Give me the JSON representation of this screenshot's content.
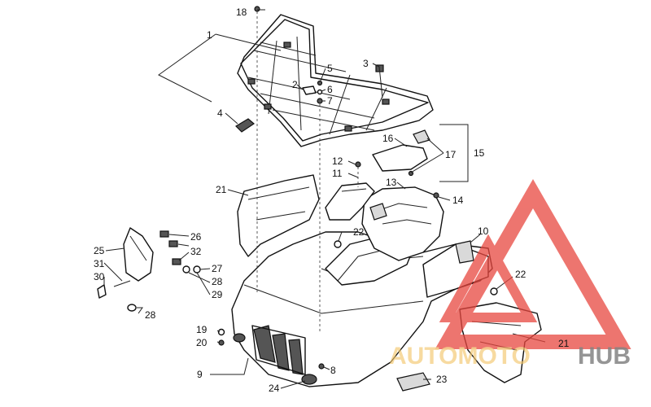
{
  "callouts": {
    "c1": "1",
    "c2": "2",
    "c3": "3",
    "c4": "4",
    "c5": "5",
    "c6": "6",
    "c7": "7",
    "c8": "8",
    "c9": "9",
    "c10": "10",
    "c11": "11",
    "c12": "12",
    "c13": "13",
    "c14": "14",
    "c15": "15",
    "c16": "16",
    "c17": "17",
    "c18": "18",
    "c19": "19",
    "c20": "20",
    "c21a": "21",
    "c21b": "21",
    "c22a": "22",
    "c22b": "22",
    "c23": "23",
    "c24": "24",
    "c25": "25",
    "c26": "26",
    "c27": "27",
    "c28a": "28",
    "c28b": "28",
    "c29": "29",
    "c30": "30",
    "c31": "31",
    "c32": "32"
  },
  "watermark": {
    "word_auto": "AUTOMOTO",
    "word_hub": "HUB"
  },
  "colors": {
    "watermark_red": "#e8473f",
    "watermark_yellow": "#f2c66a",
    "watermark_grey": "#5a5a5a",
    "line": "#111111"
  }
}
